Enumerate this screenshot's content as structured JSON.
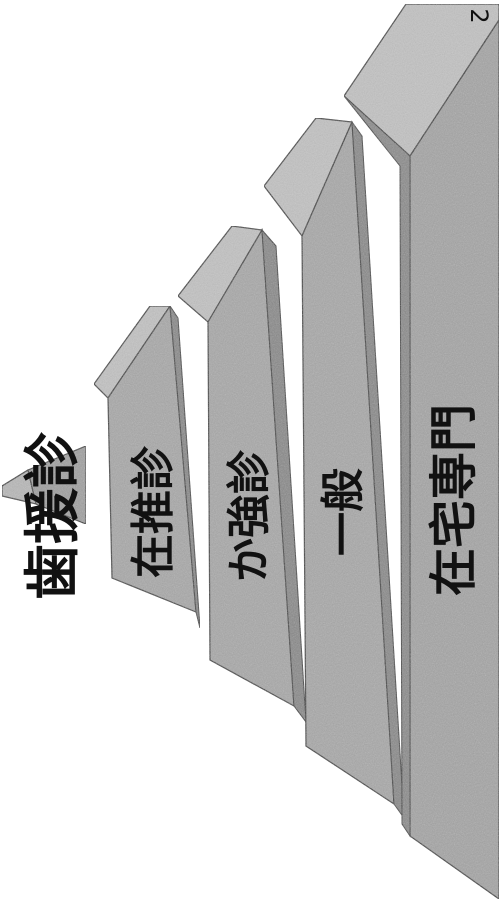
{
  "diagram": {
    "title": "歯援診",
    "page_number": "2",
    "tiers": [
      {
        "label": "在推診"
      },
      {
        "label": "か強診"
      },
      {
        "label": "一般"
      },
      {
        "label": "在宅専門"
      }
    ],
    "colors": {
      "face": "#a8a8a8",
      "top": "#c4c4c4",
      "side": "#8a8a8a",
      "edge": "#3a3a3a",
      "text": "#111111"
    }
  }
}
